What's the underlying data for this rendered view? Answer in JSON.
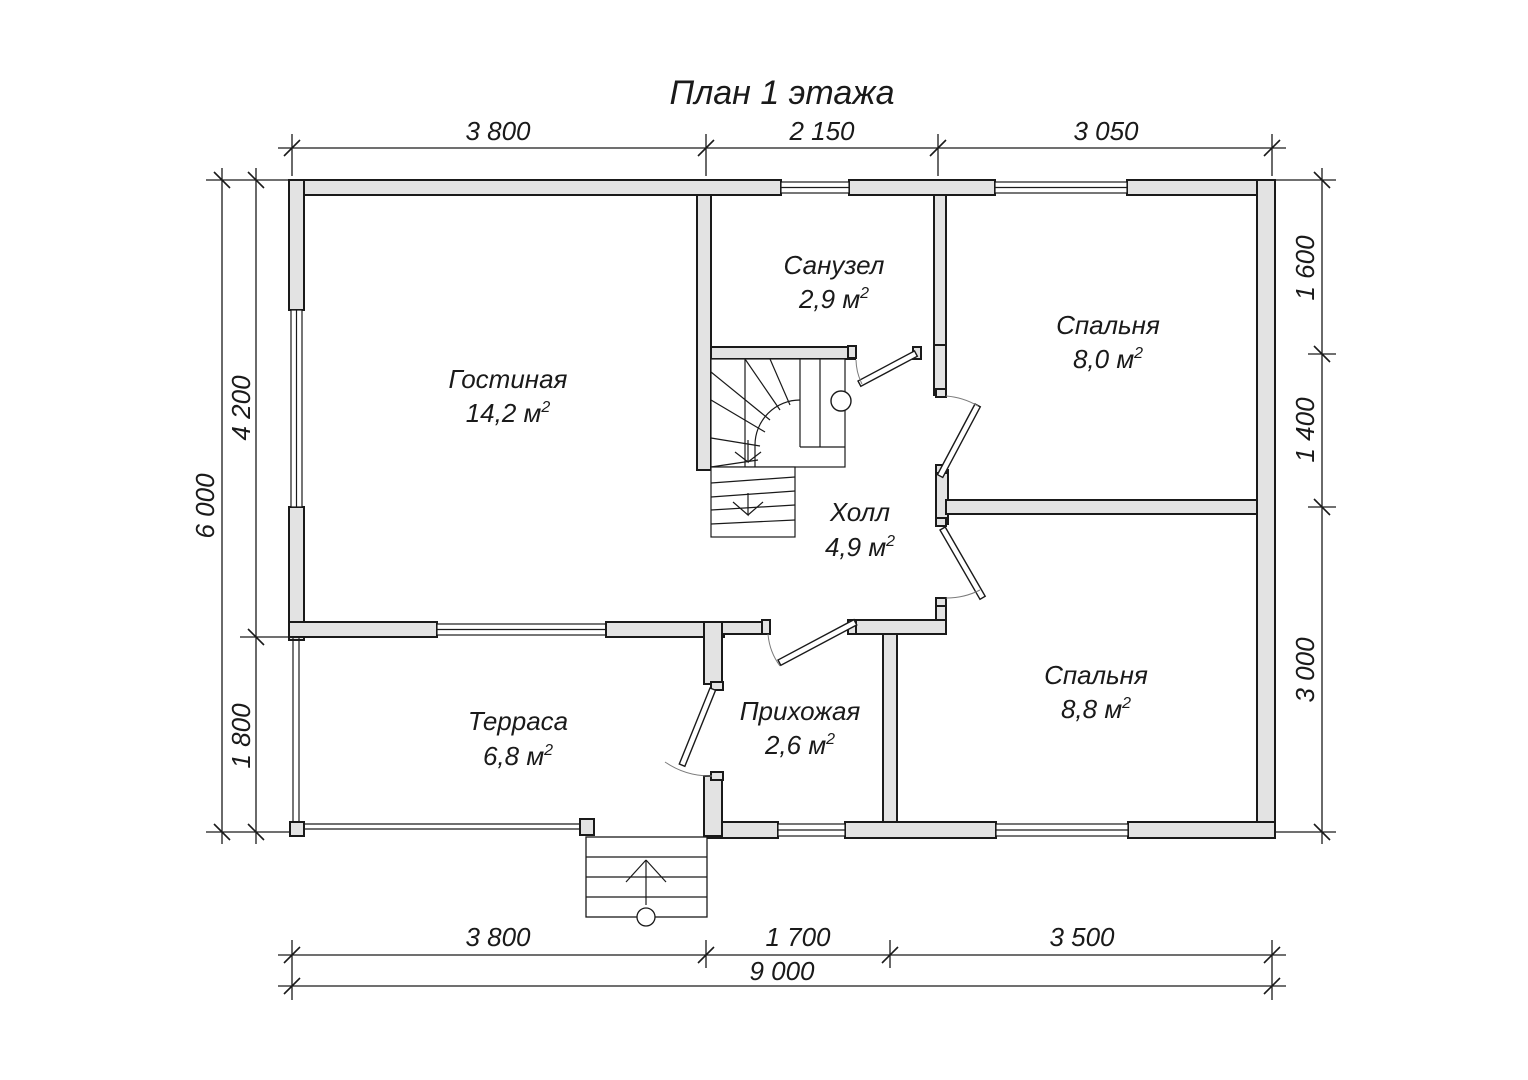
{
  "title": "План 1 этажа",
  "area_unit": "м",
  "area_power": "2",
  "rooms": [
    {
      "id": "living",
      "name": "Гостиная",
      "area": "14,2"
    },
    {
      "id": "bathroom",
      "name": "Санузел",
      "area": "2,9"
    },
    {
      "id": "bedroom1",
      "name": "Спальня",
      "area": "8,0"
    },
    {
      "id": "hall",
      "name": "Холл",
      "area": "4,9"
    },
    {
      "id": "bedroom2",
      "name": "Спальня",
      "area": "8,8"
    },
    {
      "id": "terrace",
      "name": "Терраса",
      "area": "6,8"
    },
    {
      "id": "entry",
      "name": "Прихожая",
      "area": "2,6"
    }
  ],
  "dimensions": {
    "top": [
      "3 800",
      "2 150",
      "3 050"
    ],
    "bottom": [
      "3 800",
      "1 700",
      "3 500"
    ],
    "total_width": "9 000",
    "left_outer": "6 000",
    "left_inner": [
      "4 200",
      "1 800"
    ],
    "right": [
      "1 600",
      "1 400",
      "3 000"
    ]
  }
}
